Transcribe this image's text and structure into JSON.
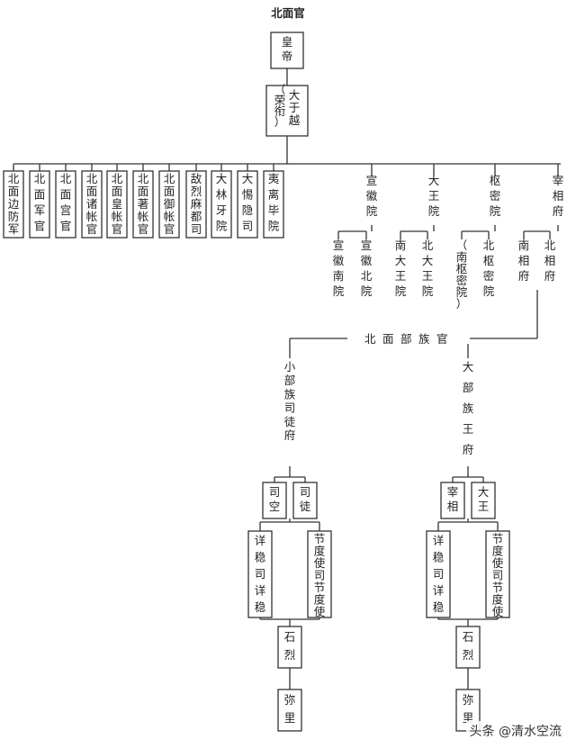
{
  "title": "北面官",
  "emperor": "皇帝",
  "yuyue": [
    "大于越",
    "（荣衔）"
  ],
  "left_offices": [
    "北面边防军",
    "北面军官",
    "北面宫官",
    "北面诸帐官",
    "北面皇帐官",
    "北面著帐官",
    "北面御帐官",
    "敌烈麻都司",
    "大林牙院",
    "大惕隐司",
    "夷离毕院"
  ],
  "right_offices": [
    {
      "name": "宣徽院",
      "subs": [
        "宣徽南院",
        "宣徽北院"
      ]
    },
    {
      "name": "大王院",
      "subs": [
        "南大王院",
        "北大王院"
      ]
    },
    {
      "name": "枢密院",
      "subs": [
        "（南枢密院）",
        "北枢密院"
      ]
    },
    {
      "name": "宰相府",
      "subs": [
        "南相府",
        "北相府"
      ]
    }
  ],
  "mid_title": "北面部族官",
  "small_tribe": {
    "head": "小部族司徒府",
    "officials": [
      "司空",
      "司徒"
    ],
    "xiangwen": "详稳司详稳",
    "jiedu": "节度使司节度使",
    "shilie": "石烈",
    "mili": "弥里"
  },
  "big_tribe": {
    "head": "大部族王府",
    "officials": [
      "宰相",
      "大王"
    ],
    "xiangwen": "详稳司详稳",
    "jiedu": "节度使司节度使",
    "shilie": "石烈",
    "mili": "弥里"
  },
  "watermark": "头条 @清水空流"
}
